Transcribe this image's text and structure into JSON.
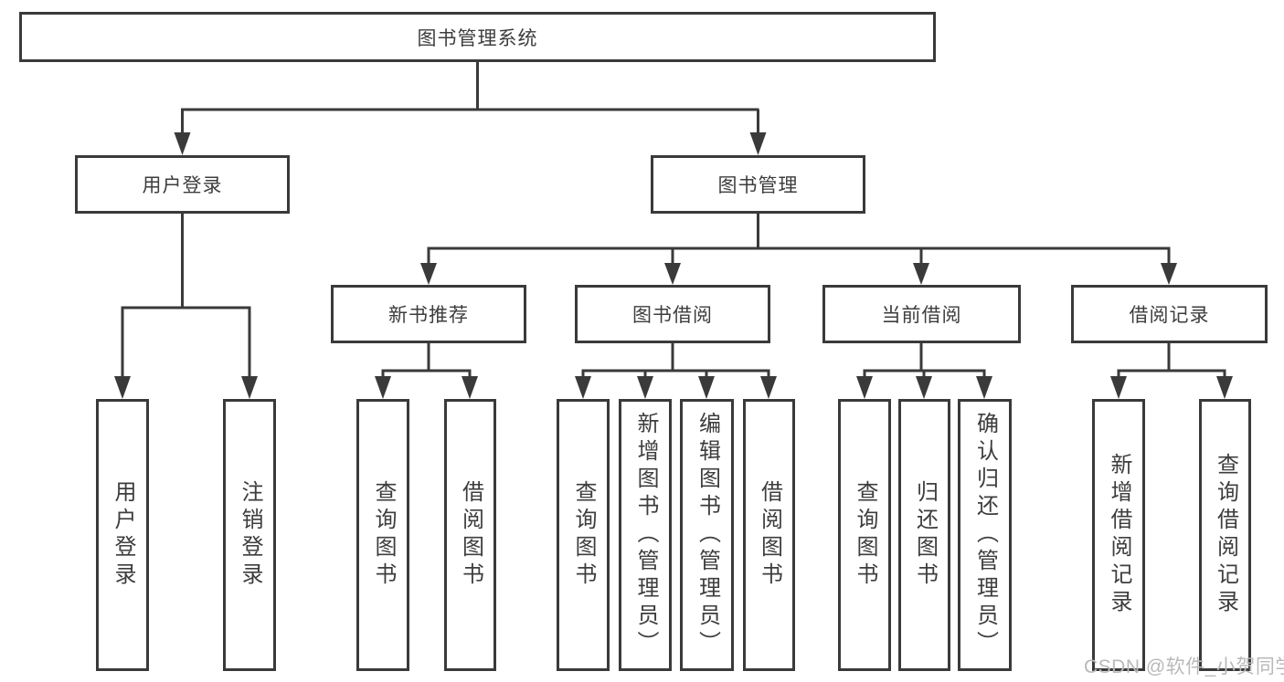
{
  "colors": {
    "line": "#3a3a3a",
    "text": "#3d3d3d",
    "watermark": "#b9b9b9",
    "background": "#ffffff"
  },
  "watermark": "CSDN @软件_小贺同学",
  "nodes": {
    "root": "图书管理系统",
    "user_login": "用户登录",
    "book_mgmt": "图书管理",
    "new_book_rec": "新书推荐",
    "book_borrow": "图书借阅",
    "current_borrow": "当前借阅",
    "borrow_record": "借阅记录",
    "leaf_user_login": "用户登录",
    "leaf_logout": "注销登录",
    "leaf_query_book_rec": "查询图书",
    "leaf_borrow_book_rec": "借阅图书",
    "leaf_query_book_borrow": "查询图书",
    "leaf_add_book": "新增图书（管理员）",
    "leaf_edit_book": "编辑图书（管理员）",
    "leaf_borrow_book": "借阅图书",
    "leaf_query_book_current": "查询图书",
    "leaf_return_book": "归还图书",
    "leaf_confirm_return": "确认归还（管理员）",
    "leaf_add_record": "新增借阅记录",
    "leaf_query_record": "查询借阅记录"
  },
  "hierarchy": {
    "图书管理系统": {
      "用户登录": [
        "用户登录",
        "注销登录"
      ],
      "图书管理": {
        "新书推荐": [
          "查询图书",
          "借阅图书"
        ],
        "图书借阅": [
          "查询图书",
          "新增图书（管理员）",
          "编辑图书（管理员）",
          "借阅图书"
        ],
        "当前借阅": [
          "查询图书",
          "归还图书",
          "确认归还（管理员）"
        ],
        "借阅记录": [
          "新增借阅记录",
          "查询借阅记录"
        ]
      }
    }
  }
}
